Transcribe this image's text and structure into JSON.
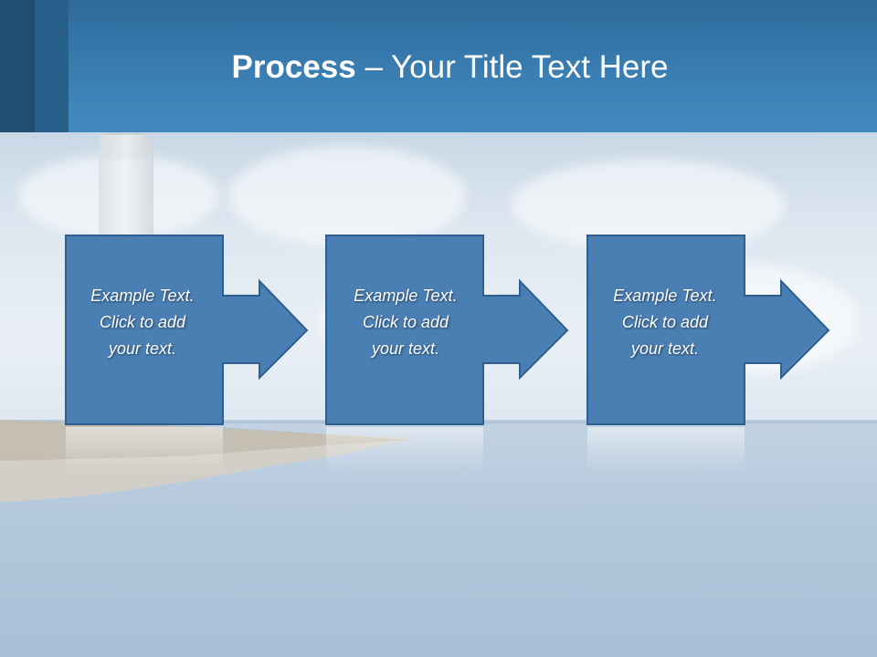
{
  "title": {
    "bold": "Process",
    "rest": " – Your Title Text Here"
  },
  "colors": {
    "header": "#3d83b8",
    "header_dark": "#1f4e74",
    "box_fill": "#4a7fb4",
    "box_border": "#2e5f8e",
    "text": "#ffffff"
  },
  "steps": [
    {
      "line1": "Example Text.",
      "line2": "Click  to add",
      "line3": "your text."
    },
    {
      "line1": "Example Text.",
      "line2": "Click  to add",
      "line3": "your text."
    },
    {
      "line1": "Example Text.",
      "line2": "Click  to add",
      "line3": "your text."
    }
  ]
}
